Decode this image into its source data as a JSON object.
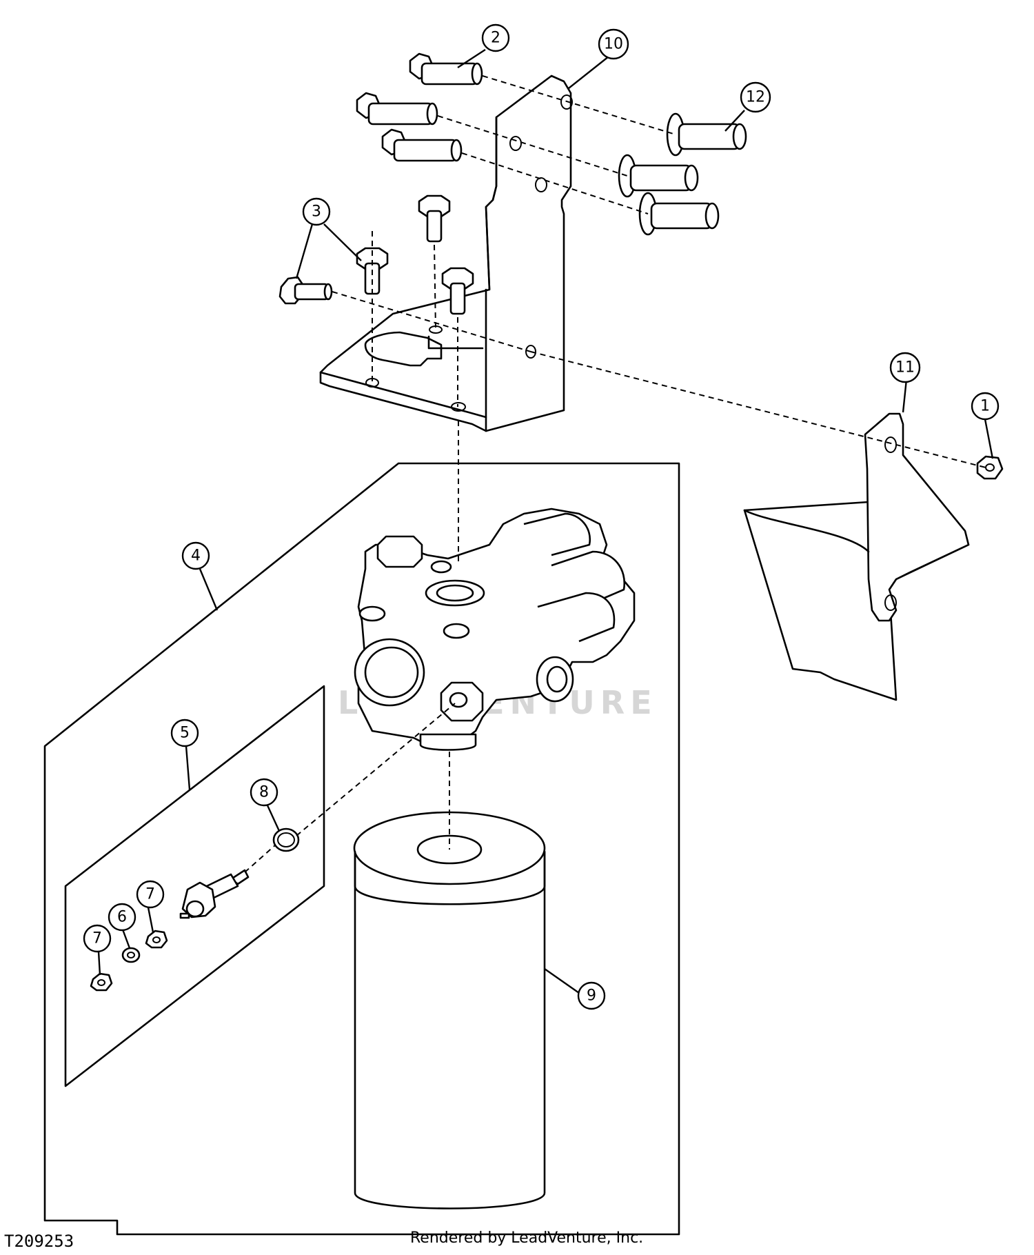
{
  "figure_id": "T209253",
  "credit": "Rendered by LeadVenture, Inc.",
  "watermark": "LEADVENTURE",
  "callouts": [
    {
      "id": "c1",
      "label": "1"
    },
    {
      "id": "c2",
      "label": "2"
    },
    {
      "id": "c3",
      "label": "3"
    },
    {
      "id": "c4",
      "label": "4"
    },
    {
      "id": "c5",
      "label": "5"
    },
    {
      "id": "c6",
      "label": "6"
    },
    {
      "id": "c7a",
      "label": "7"
    },
    {
      "id": "c7b",
      "label": "7"
    },
    {
      "id": "c8",
      "label": "8"
    },
    {
      "id": "c9",
      "label": "9"
    },
    {
      "id": "c10",
      "label": "10"
    },
    {
      "id": "c11",
      "label": "11"
    },
    {
      "id": "c12",
      "label": "12"
    }
  ]
}
